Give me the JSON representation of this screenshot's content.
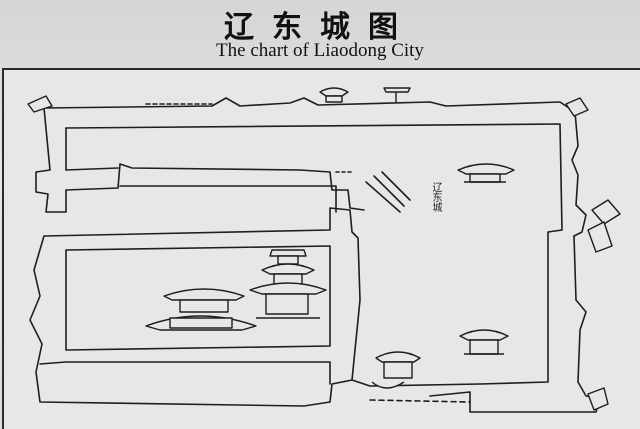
{
  "title": {
    "chinese": "辽东城图",
    "english": "The chart of Liaodong City"
  },
  "map": {
    "label": "辽东城",
    "line_color": "#1e1e1e",
    "background_color": "#e6e7e6"
  }
}
